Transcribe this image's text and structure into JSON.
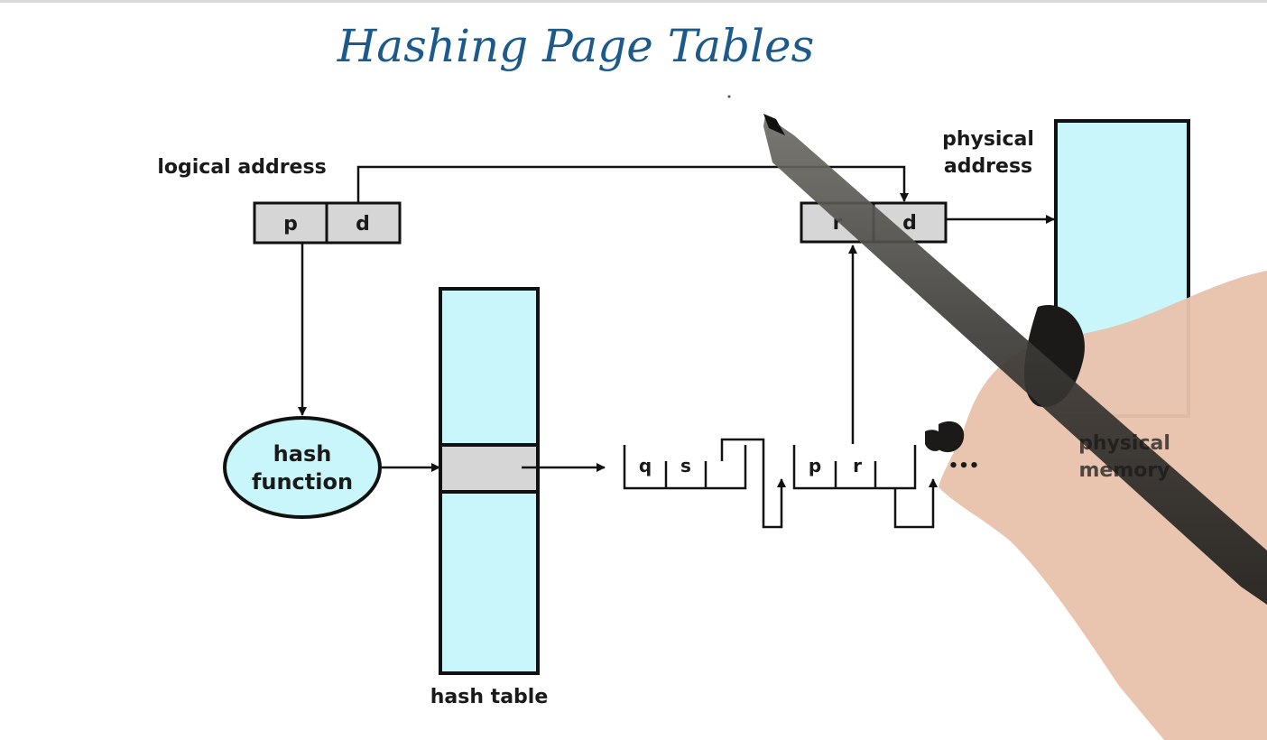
{
  "title": "Hashing Page Tables",
  "labels": {
    "logical_address": "logical address",
    "physical_address_line1": "physical",
    "physical_address_line2": "address",
    "hash_function_line1": "hash",
    "hash_function_line2": "function",
    "hash_table": "hash table",
    "physical_memory_line1": "physical",
    "physical_memory_line2": "memory"
  },
  "logical_fields": [
    "p",
    "d"
  ],
  "physical_fields": [
    "r",
    "d"
  ],
  "chain_nodes": [
    {
      "key": "q",
      "value": "s"
    },
    {
      "key": "p",
      "value": "r"
    }
  ],
  "ellipsis": "•••",
  "colors": {
    "light_cyan": "#c9f6fa",
    "field_gray": "#d6d6d6",
    "title_blue": "#1d5a8c",
    "pen_body": "#3b3a36",
    "skin": "#e8c3ad"
  }
}
